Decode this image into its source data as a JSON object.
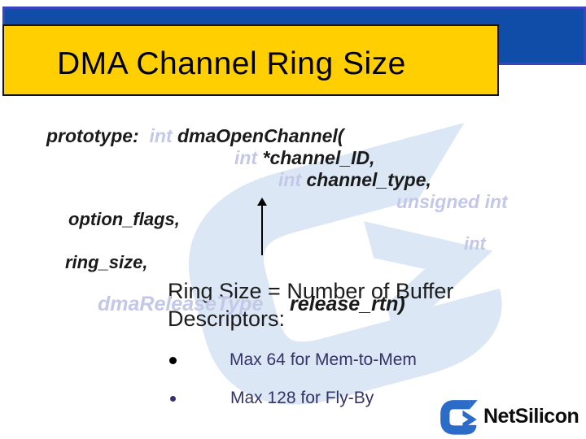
{
  "title": "DMA Channel Ring Size",
  "code": {
    "l1a": "prototype:  ",
    "l1b": "int",
    "l1c": " dmaOpenChannel(",
    "l2a": "int",
    "l2b": " *channel_ID,",
    "l3a": "int",
    "l3b": " channel_type,",
    "l4": "unsigned int",
    "l5": "option_flags,",
    "l6": "int",
    "l7": "ring_size,",
    "l8a": "dmaReleaseType",
    "l8b": "release_rtn)"
  },
  "statement": {
    "line1": "Ring Size = Number of Buffer",
    "line2": "Descriptors:"
  },
  "bullets": [
    {
      "label": "Max 64 for Mem-to-Mem"
    },
    {
      "label": "Max 128 for Fly-By"
    }
  ],
  "logo": {
    "name": "NetSilicon"
  },
  "icons": {
    "watermark": "netsilicon-mark-watermark",
    "logo_mark": "netsilicon-mark",
    "arrow": "up-arrow"
  },
  "colors": {
    "band_fill": "#0F4DA8",
    "band_border": "#3A43C1",
    "title_bg": "#FFCF01",
    "title_text": "#000000",
    "code_text": "#1A1A1A",
    "code_keyword": "#C3C8E8",
    "statement_text": "#1D1D1D",
    "bullet_text": "#333366",
    "logo_blue": "#2B6CC8",
    "watermark": "#DCE7F5"
  }
}
